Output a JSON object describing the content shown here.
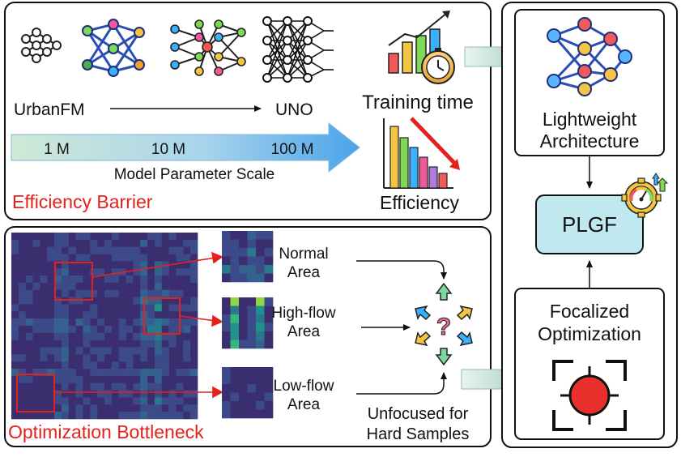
{
  "efficiency_panel": {
    "model_start": "UrbanFM",
    "model_end": "UNO",
    "scale_ticks": [
      "1 M",
      "10 M",
      "100 M"
    ],
    "scale_label": "Model Parameter Scale",
    "training_time_label": "Training time",
    "efficiency_label": "Efficiency",
    "barrier_title": "Efficiency Barrier"
  },
  "optimization_panel": {
    "areas": [
      "Normal",
      "Area",
      "High-flow",
      "Area",
      "Low-flow",
      "Area"
    ],
    "unfocused_label": [
      "Unfocused for",
      "Hard Samples"
    ],
    "bottleneck_title": "Optimization Bottleneck"
  },
  "solution_panel": {
    "lightweight_label": [
      "Lightweight",
      "Architecture"
    ],
    "plgf_label": "PLGF",
    "focalized_label": [
      "Focalized",
      "Optimization"
    ]
  },
  "colors": {
    "title_red": "#e4211c",
    "plgf_fill": "#bfe9ee",
    "heatmap_base": "#3b2e6e",
    "heatmap_hot": "#f6e31c",
    "target_red": "#e8312a"
  }
}
